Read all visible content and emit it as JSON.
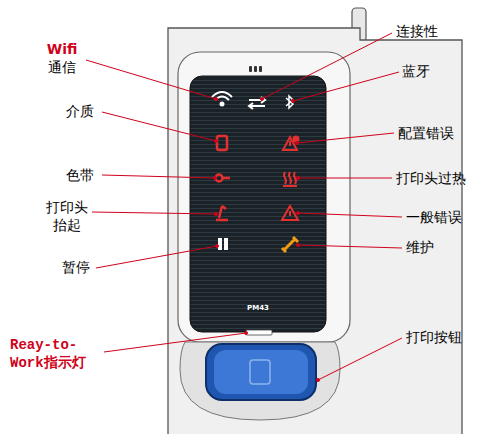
{
  "diagram": {
    "labels": [
      "Wifi 通信",
      "连接性",
      "蓝牙",
      "介质",
      "配置错误",
      "色带",
      "打印头过热",
      "打印头 抬起",
      "一般错误",
      "暂停",
      "维护",
      "PM43",
      "Reay-to- Work指示灯",
      "打印按钮"
    ]
  }
}
